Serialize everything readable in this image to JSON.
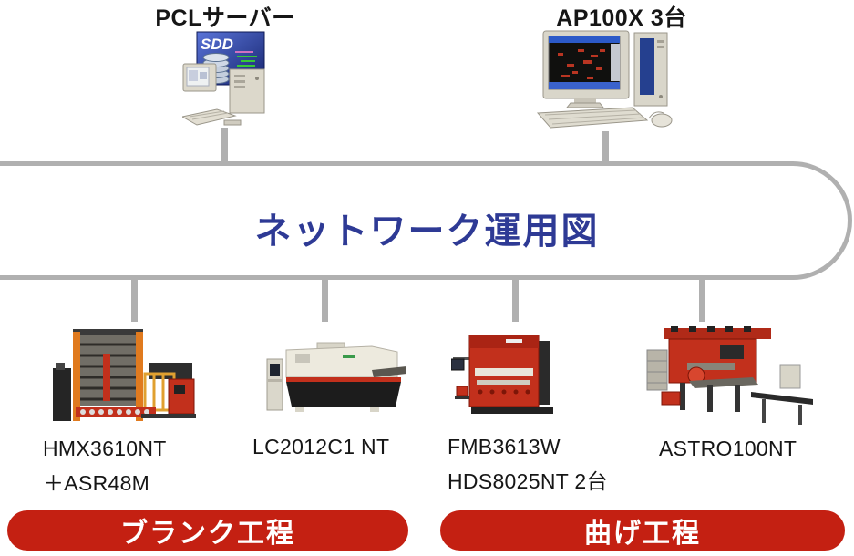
{
  "diagram": {
    "title": "ネットワーク運用図",
    "colors": {
      "title_blue": "#2e3a95",
      "line_gray": "#b0b0b0",
      "banner_red": "#c42012"
    }
  },
  "top_nodes": [
    {
      "label": "PCLサーバー",
      "icon": "pcl-server-image",
      "screen_logo": "SDD"
    },
    {
      "label": "AP100X 3台",
      "icon": "ap100x-workstation-image"
    }
  ],
  "machines": [
    {
      "label_line1": "HMX3610NT",
      "label_line2": "＋ASR48M",
      "icon": "hmx-storage-rack-image"
    },
    {
      "label_line1": "LC2012C1 NT",
      "icon": "lc-punch-machine-image"
    },
    {
      "label_line1": "FMB3613W",
      "label_line2": "HDS8025NT 2台",
      "icon": "fmb-press-brake-image"
    },
    {
      "label_line1": "ASTRO100NT",
      "icon": "astro-bending-cell-image"
    }
  ],
  "process_banners": [
    {
      "label": "ブランク工程"
    },
    {
      "label": "曲げ工程"
    }
  ]
}
